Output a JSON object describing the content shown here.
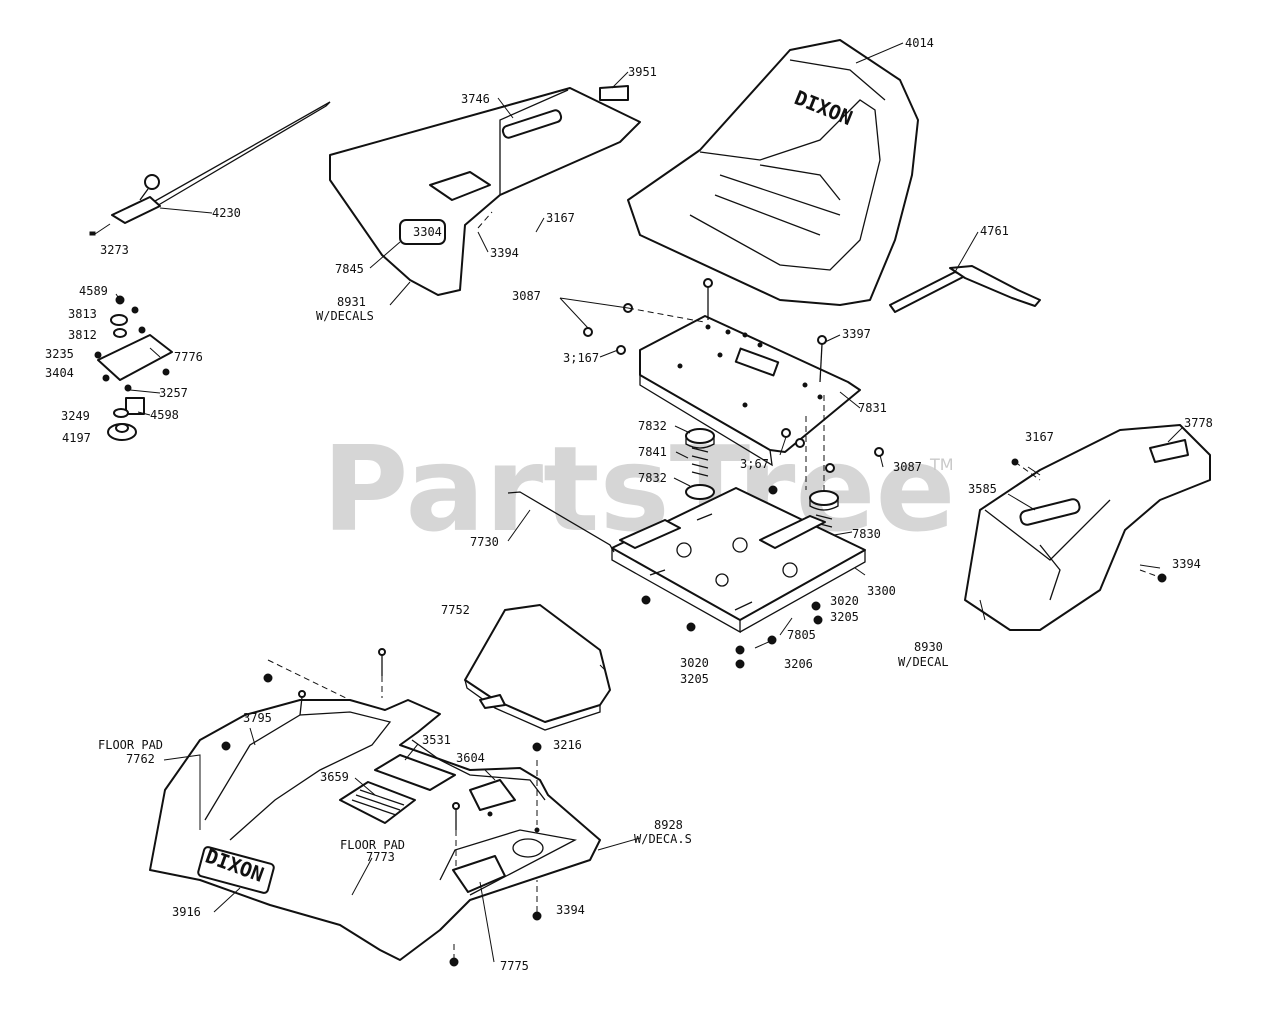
{
  "watermark": {
    "brand": "PartsTree",
    "tm": "TM"
  },
  "logos": {
    "seat": "DIXON",
    "fender": "DIXON",
    "decal_3304": "3304"
  },
  "labels": {
    "l4014": "4014",
    "l3951": "3951",
    "l3746": "3746",
    "l4230": "4230",
    "l3273": "3273",
    "l3167a": "3167",
    "l3394a": "3394",
    "l7845": "7845",
    "l8931a": "8931",
    "l8931b": "W/DECALS",
    "l4761": "4761",
    "l3087a": "3087",
    "l3167b": "3;167",
    "l3397": "3397",
    "l7831": "7831",
    "l4589": "4589",
    "l3813": "3813",
    "l3812": "3812",
    "l7776": "7776",
    "l3235": "3235",
    "l3404": "3404",
    "l3257": "3257",
    "l3249": "3249",
    "l4598": "4598",
    "l4197": "4197",
    "l7832a": "7832",
    "l7841": "7841",
    "l3167c": "3;67",
    "l3087b": "3087",
    "l7832b": "7832",
    "l3778": "3778",
    "l3167d": "3167",
    "l3585": "3585",
    "l7730": "7730",
    "l7830": "7830",
    "l3300": "3300",
    "l3394b": "3394",
    "l3020a": "3020",
    "l3205a": "3205",
    "l7805": "7805",
    "l7752": "7752",
    "l3020b": "3020",
    "l3206": "3206",
    "l3205b": "3205",
    "l8930a": "8930",
    "l8930b": "W/DECAL",
    "l3795": "3795",
    "l3531": "3531",
    "l3216": "3216",
    "lfp1": "FLOOR PAD",
    "l7762": "7762",
    "l3604": "3604",
    "l3659": "3659",
    "l8928a": "8928",
    "l8928b": "W/DECA.S",
    "lfp2": "FLOOR PAD",
    "l7773": "7773",
    "l3916": "3916",
    "l3394c": "3394",
    "l7775": "7775"
  }
}
